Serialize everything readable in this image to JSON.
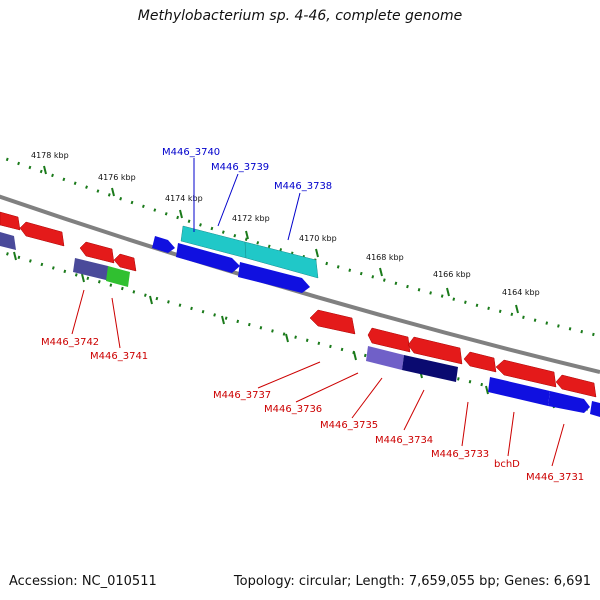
{
  "title": "Methylobacterium sp. 4-46, complete genome",
  "footer": {
    "accession": "Accession: NC_010511",
    "summary": "Topology: circular; Length: 7,659,055 bp; Genes: 6,691"
  },
  "colors": {
    "backbone": "#808080",
    "ticks": "#1a7a1a",
    "label_top": "#0000cc",
    "label_bottom": "#cc0000",
    "gene_red": "#e41a1a",
    "gene_blue": "#1010e0",
    "gene_cyan": "#20c8c8",
    "gene_slate": "#4a4a9a",
    "gene_green": "#30c030",
    "gene_lavender": "#7060c8",
    "gene_navy": "#0a0a70"
  },
  "scale_labels": [
    "4178 kbp",
    "4176 kbp",
    "4174 kbp",
    "4172 kbp",
    "4170 kbp",
    "4168 kbp",
    "4166 kbp",
    "4164 kbp"
  ],
  "gene_labels_top": [
    "M446_3740",
    "M446_3739",
    "M446_3738"
  ],
  "gene_labels_bottom": [
    "M446_3742",
    "M446_3741",
    "M446_3737",
    "M446_3736",
    "M446_3735",
    "M446_3734",
    "M446_3733",
    "bchD",
    "M446_3731"
  ]
}
